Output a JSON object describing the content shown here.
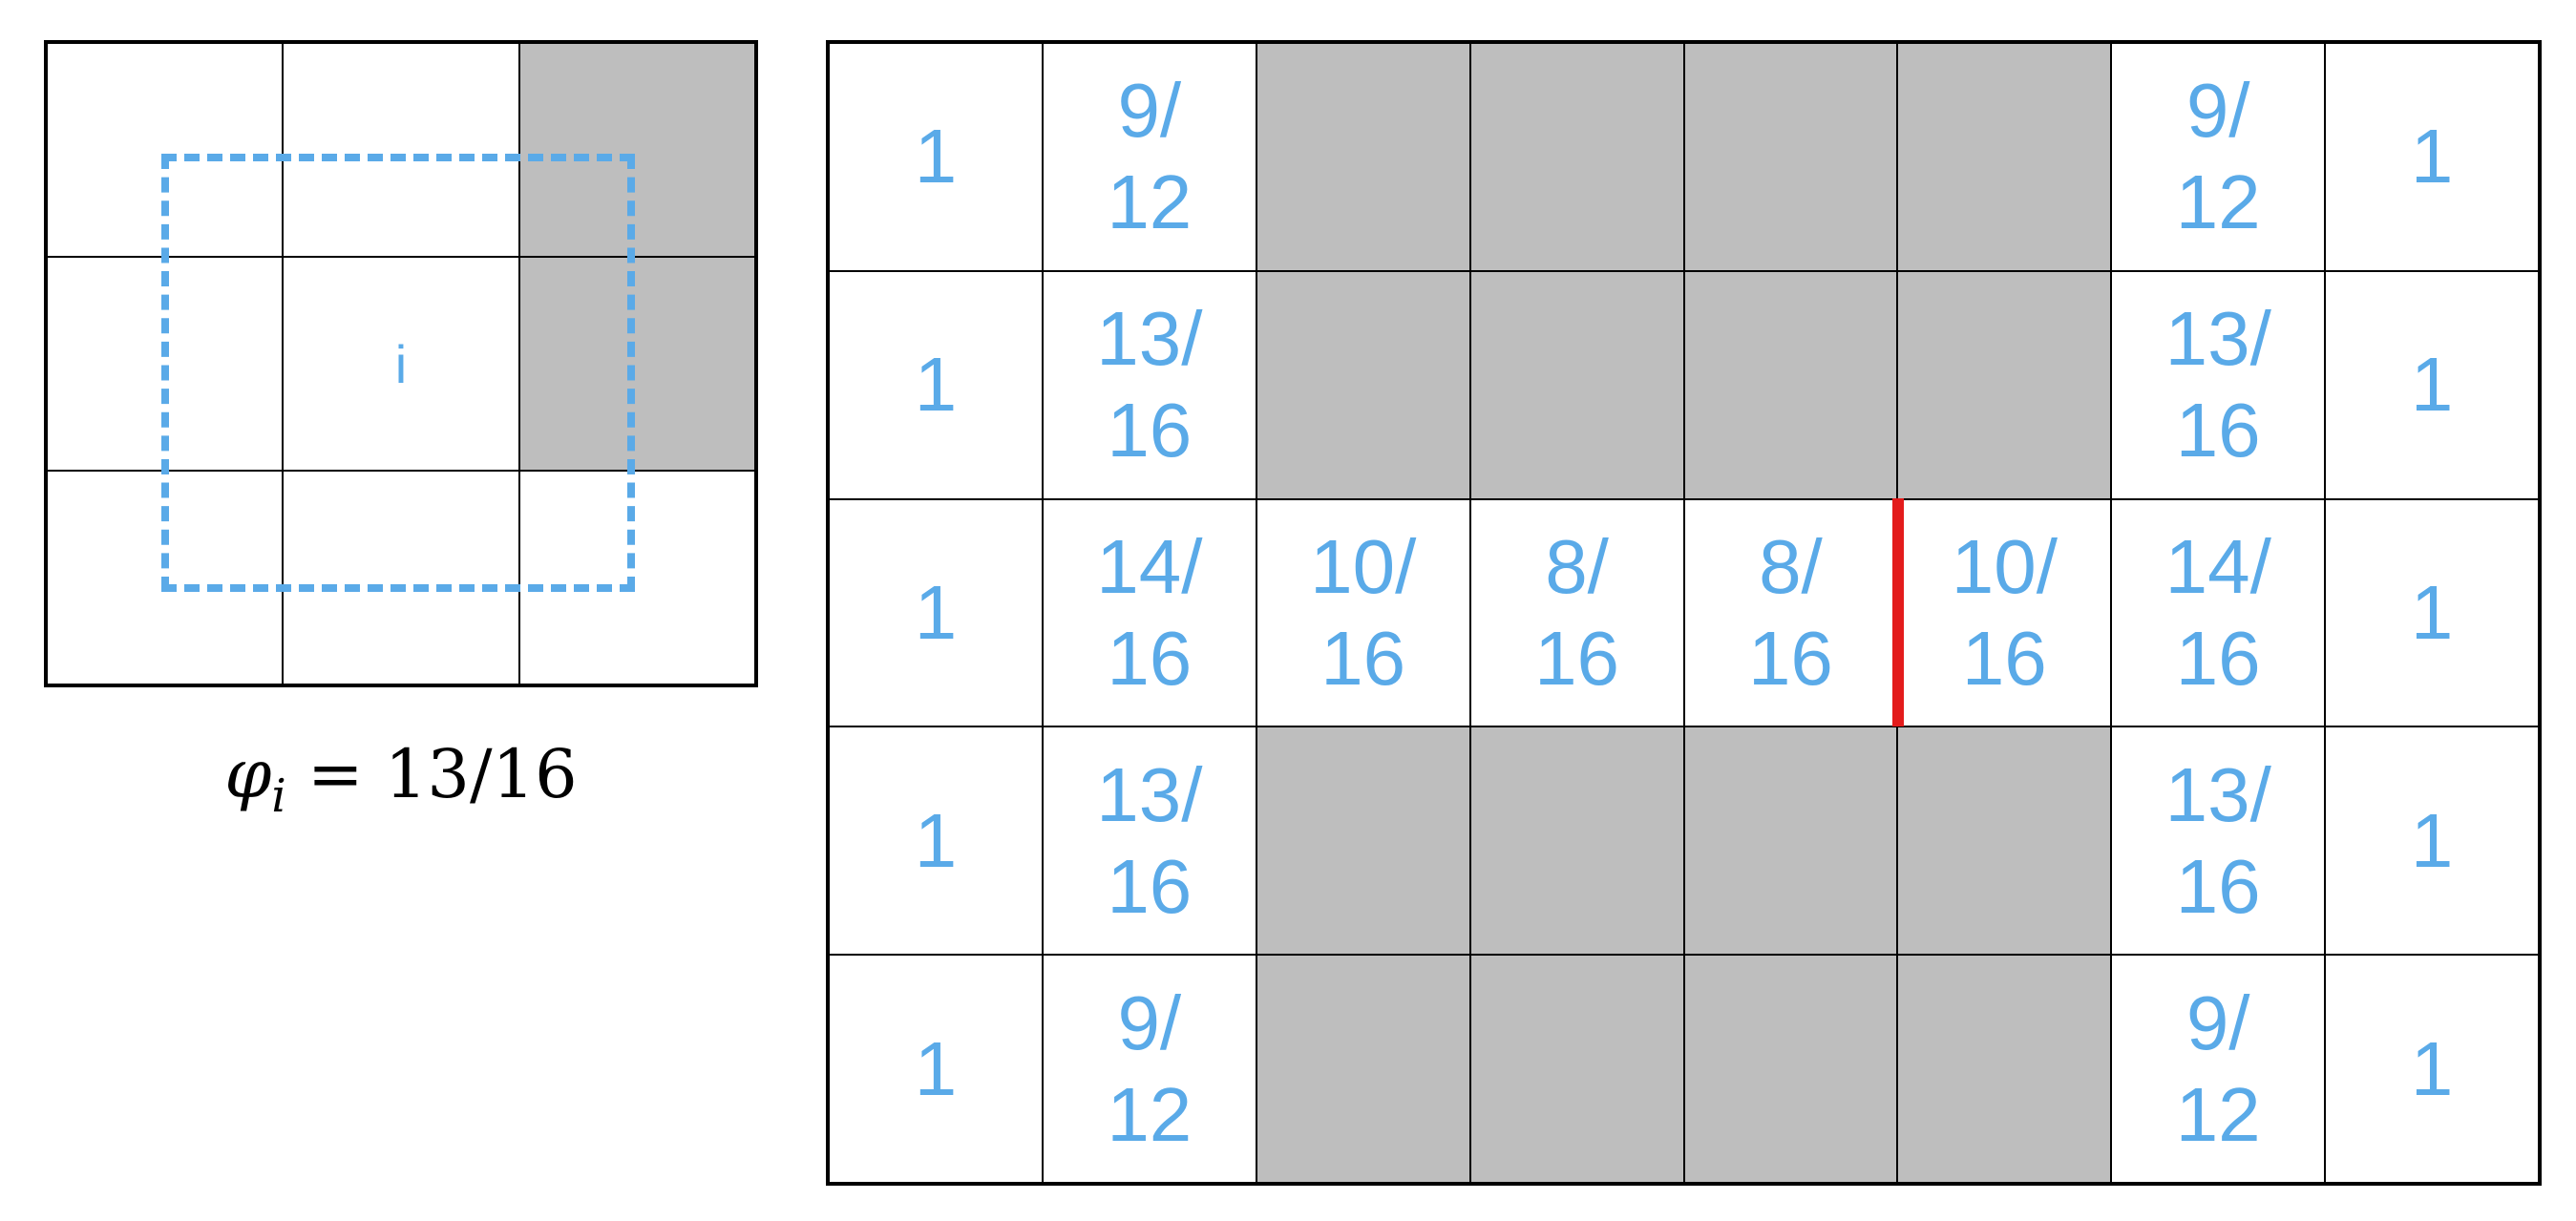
{
  "small_grid": {
    "center_label": "i",
    "shaded": [
      false,
      false,
      true,
      false,
      false,
      true,
      false,
      false,
      false
    ],
    "labels": [
      "",
      "",
      "",
      "",
      "i",
      "",
      "",
      "",
      ""
    ]
  },
  "caption": {
    "symbol": "φ",
    "subscript": "i",
    "equals": " = ",
    "value": "13/16"
  },
  "big_grid": {
    "rows": [
      [
        {
          "t": "1",
          "shaded": false
        },
        {
          "t": "9/\n12",
          "shaded": false
        },
        {
          "t": "",
          "shaded": true
        },
        {
          "t": "",
          "shaded": true
        },
        {
          "t": "",
          "shaded": true
        },
        {
          "t": "",
          "shaded": true
        },
        {
          "t": "9/\n12",
          "shaded": false
        },
        {
          "t": "1",
          "shaded": false
        }
      ],
      [
        {
          "t": "1",
          "shaded": false
        },
        {
          "t": "13/\n16",
          "shaded": false
        },
        {
          "t": "",
          "shaded": true
        },
        {
          "t": "",
          "shaded": true
        },
        {
          "t": "",
          "shaded": true
        },
        {
          "t": "",
          "shaded": true
        },
        {
          "t": "13/\n16",
          "shaded": false
        },
        {
          "t": "1",
          "shaded": false
        }
      ],
      [
        {
          "t": "1",
          "shaded": false
        },
        {
          "t": "14/\n16",
          "shaded": false
        },
        {
          "t": "10/\n16",
          "shaded": false
        },
        {
          "t": "8/\n16",
          "shaded": false
        },
        {
          "t": "8/\n16",
          "shaded": false
        },
        {
          "t": "10/\n16",
          "shaded": false,
          "red_left": true
        },
        {
          "t": "14/\n16",
          "shaded": false
        },
        {
          "t": "1",
          "shaded": false
        }
      ],
      [
        {
          "t": "1",
          "shaded": false
        },
        {
          "t": "13/\n16",
          "shaded": false
        },
        {
          "t": "",
          "shaded": true
        },
        {
          "t": "",
          "shaded": true
        },
        {
          "t": "",
          "shaded": true
        },
        {
          "t": "",
          "shaded": true
        },
        {
          "t": "13/\n16",
          "shaded": false
        },
        {
          "t": "1",
          "shaded": false
        }
      ],
      [
        {
          "t": "1",
          "shaded": false
        },
        {
          "t": "9/\n12",
          "shaded": false
        },
        {
          "t": "",
          "shaded": true
        },
        {
          "t": "",
          "shaded": true
        },
        {
          "t": "",
          "shaded": true
        },
        {
          "t": "",
          "shaded": true
        },
        {
          "t": "9/\n12",
          "shaded": false
        },
        {
          "t": "1",
          "shaded": false
        }
      ]
    ]
  },
  "colors": {
    "text_blue": "#5aaae8",
    "shade_gray": "#bebebe",
    "boundary_red": "#e31b1b",
    "grid_line": "#000000"
  }
}
